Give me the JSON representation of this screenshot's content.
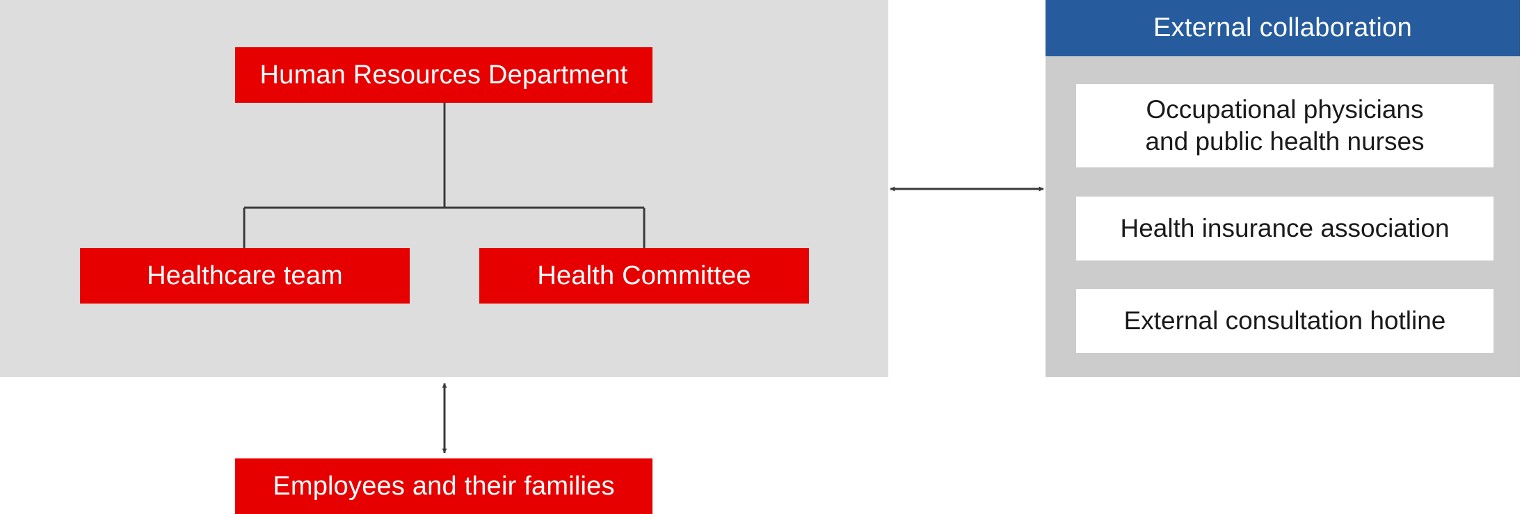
{
  "org": {
    "hr": "Human Resources Department",
    "healthcare_team": "Healthcare team",
    "health_committee": "Health Committee",
    "employees": "Employees and their families"
  },
  "external": {
    "title": "External collaboration",
    "items": [
      "Occupational physicians\nand public health nurses",
      "Health insurance association",
      "External consultation hotline"
    ]
  },
  "colors": {
    "red": "#e60000",
    "blue": "#265c9e",
    "left_panel": "#dddddd",
    "right_panel": "#cccccc",
    "line": "#3a3a3a"
  }
}
